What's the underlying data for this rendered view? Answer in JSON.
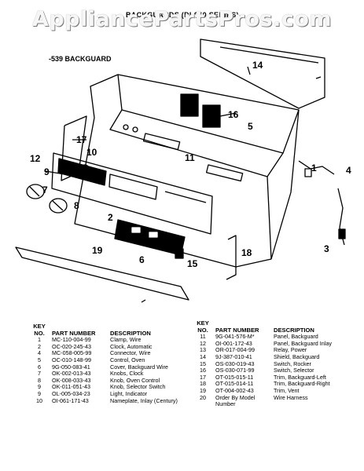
{
  "watermark": "AppliancePartsPros.com",
  "title": "BACKGUARDS (DI-960 SERIES)",
  "subtitle": "-539 BACKGUARD",
  "callouts": [
    "14",
    "16",
    "5",
    "17",
    "10",
    "11",
    "12",
    "9",
    "7",
    "8",
    "1",
    "2",
    "3",
    "15",
    "6",
    "4",
    "18",
    "19"
  ],
  "legend": {
    "headers": {
      "key": "KEY",
      "no": "NO.",
      "part": "PART NUMBER",
      "desc": "DESCRIPTION"
    },
    "left": [
      {
        "no": "1",
        "part": "MC-110-004-99",
        "desc": "Clamp, Wire"
      },
      {
        "no": "2",
        "part": "OC-020-245-43",
        "desc": "Clock, Automatic"
      },
      {
        "no": "4",
        "part": "MC-058-005-99",
        "desc": "Connector, Wire"
      },
      {
        "no": "5",
        "part": "OC-010-148-99",
        "desc": "Control, Oven"
      },
      {
        "no": "6",
        "part": "9G-050-083-41",
        "desc": "Cover, Backguard Wire"
      },
      {
        "no": "7",
        "part": "OK-002-013-43",
        "desc": "Knobs, Clock"
      },
      {
        "no": "8",
        "part": "OK-008-033-43",
        "desc": "Knob, Oven Control"
      },
      {
        "no": "9",
        "part": "OK-011-051-43",
        "desc": "Knob, Selector Switch"
      },
      {
        "no": "9",
        "part": "OL-005-034-23",
        "desc": "Light, Indicator"
      },
      {
        "no": "10",
        "part": "OI-061-171-43",
        "desc": "Nameplate, Inlay (Century)"
      }
    ],
    "right": [
      {
        "no": "11",
        "part": "9G-041-576-M*",
        "desc": "Panel, Backguard"
      },
      {
        "no": "12",
        "part": "OI-001-172-43",
        "desc": "Panel, Backguard Inlay"
      },
      {
        "no": "13",
        "part": "OR-017-004-99",
        "desc": "Relay, Power"
      },
      {
        "no": "14",
        "part": "9J-387-010-41",
        "desc": "Shield, Backguard"
      },
      {
        "no": "15",
        "part": "OS-030-019-43",
        "desc": "Switch, Rocker"
      },
      {
        "no": "16",
        "part": "OS-030-071-99",
        "desc": "Switch, Selector"
      },
      {
        "no": "17",
        "part": "OT-015-015-11",
        "desc": "Trim, Backguard-Left"
      },
      {
        "no": "18",
        "part": "OT-015-014-11",
        "desc": "Trim, Backguard-Right"
      },
      {
        "no": "19",
        "part": "OT-004-002-43",
        "desc": "Trim, Vent"
      },
      {
        "no": "20",
        "part": "Order By Model Number",
        "desc": "Wire Harness"
      }
    ]
  }
}
